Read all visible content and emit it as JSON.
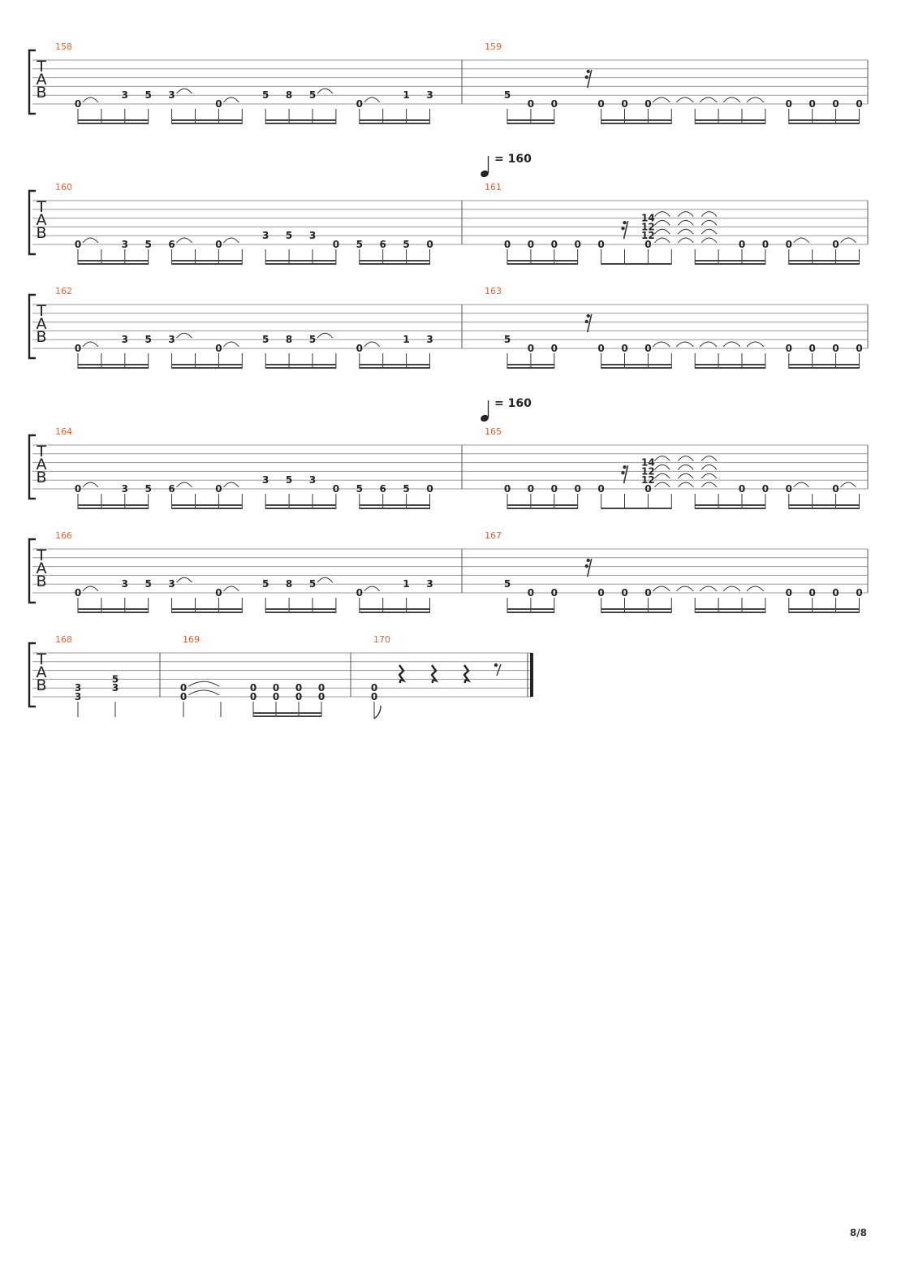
{
  "page_number": "8/8",
  "tab_clef": [
    "T",
    "A",
    "B"
  ],
  "tempo": {
    "symbol": "quarter-note",
    "text": "= 160"
  },
  "systems": [
    {
      "bars": [
        {
          "number": "158",
          "layout": "A"
        },
        {
          "number": "159",
          "layout": "B"
        }
      ]
    },
    {
      "tempo_at_bar": 1,
      "bars": [
        {
          "number": "160",
          "layout": "C"
        },
        {
          "number": "161",
          "layout": "D"
        }
      ]
    },
    {
      "bars": [
        {
          "number": "162",
          "layout": "A"
        },
        {
          "number": "163",
          "layout": "B"
        }
      ]
    },
    {
      "tempo_at_bar": 1,
      "bars": [
        {
          "number": "164",
          "layout": "C"
        },
        {
          "number": "165",
          "layout": "D"
        }
      ]
    },
    {
      "bars": [
        {
          "number": "166",
          "layout": "A"
        },
        {
          "number": "167",
          "layout": "B"
        }
      ]
    },
    {
      "bars": [
        {
          "number": "168",
          "layout": "E"
        },
        {
          "number": "169",
          "layout": "F"
        },
        {
          "number": "170",
          "layout": "G"
        }
      ]
    }
  ],
  "layouts": {
    "A": {
      "notes": [
        {
          "col": 0,
          "frets": [
            {
              "string": 6,
              "fret": "0"
            }
          ]
        },
        {
          "col": 2,
          "frets": [
            {
              "string": 5,
              "fret": "3"
            }
          ]
        },
        {
          "col": 3,
          "frets": [
            {
              "string": 5,
              "fret": "5"
            }
          ]
        },
        {
          "col": 4,
          "frets": [
            {
              "string": 5,
              "fret": "3"
            }
          ]
        },
        {
          "col": 6,
          "frets": [
            {
              "string": 6,
              "fret": "0"
            }
          ]
        },
        {
          "col": 8,
          "frets": [
            {
              "string": 5,
              "fret": "5"
            }
          ]
        },
        {
          "col": 9,
          "frets": [
            {
              "string": 5,
              "fret": "8"
            }
          ]
        },
        {
          "col": 10,
          "frets": [
            {
              "string": 5,
              "fret": "5"
            }
          ]
        },
        {
          "col": 12,
          "frets": [
            {
              "string": 6,
              "fret": "0"
            }
          ]
        },
        {
          "col": 14,
          "frets": [
            {
              "string": 5,
              "fret": "1"
            }
          ]
        },
        {
          "col": 15,
          "frets": [
            {
              "string": 5,
              "fret": "3"
            }
          ]
        }
      ]
    },
    "B": {
      "notes": [
        {
          "col": 0,
          "frets": [
            {
              "string": 5,
              "fret": "5"
            }
          ]
        },
        {
          "col": 1,
          "frets": [
            {
              "string": 6,
              "fret": "0"
            }
          ]
        },
        {
          "col": 2,
          "frets": [
            {
              "string": 6,
              "fret": "0"
            }
          ]
        },
        {
          "col": 4,
          "frets": [
            {
              "string": 6,
              "fret": "0"
            }
          ]
        },
        {
          "col": 5,
          "frets": [
            {
              "string": 6,
              "fret": "0"
            }
          ]
        },
        {
          "col": 6,
          "frets": [
            {
              "string": 6,
              "fret": "0"
            }
          ]
        },
        {
          "col": 12,
          "frets": [
            {
              "string": 6,
              "fret": "0"
            }
          ]
        },
        {
          "col": 13,
          "frets": [
            {
              "string": 6,
              "fret": "0"
            }
          ]
        },
        {
          "col": 14,
          "frets": [
            {
              "string": 6,
              "fret": "0"
            }
          ]
        },
        {
          "col": 15,
          "frets": [
            {
              "string": 6,
              "fret": "0"
            }
          ]
        }
      ]
    },
    "C": {
      "notes": [
        {
          "col": 0,
          "frets": [
            {
              "string": 6,
              "fret": "0"
            }
          ]
        },
        {
          "col": 2,
          "frets": [
            {
              "string": 6,
              "fret": "3"
            }
          ]
        },
        {
          "col": 3,
          "frets": [
            {
              "string": 6,
              "fret": "5"
            }
          ]
        },
        {
          "col": 4,
          "frets": [
            {
              "string": 6,
              "fret": "6"
            }
          ]
        },
        {
          "col": 6,
          "frets": [
            {
              "string": 6,
              "fret": "0"
            }
          ]
        },
        {
          "col": 8,
          "frets": [
            {
              "string": 5,
              "fret": "3"
            }
          ]
        },
        {
          "col": 9,
          "frets": [
            {
              "string": 5,
              "fret": "5"
            }
          ]
        },
        {
          "col": 10,
          "frets": [
            {
              "string": 5,
              "fret": "3"
            }
          ]
        },
        {
          "col": 11,
          "frets": [
            {
              "string": 6,
              "fret": "0"
            }
          ]
        },
        {
          "col": 12,
          "frets": [
            {
              "string": 6,
              "fret": "5"
            }
          ]
        },
        {
          "col": 13,
          "frets": [
            {
              "string": 6,
              "fret": "6"
            }
          ]
        },
        {
          "col": 14,
          "frets": [
            {
              "string": 6,
              "fret": "5"
            }
          ]
        },
        {
          "col": 15,
          "frets": [
            {
              "string": 6,
              "fret": "0"
            }
          ]
        }
      ]
    },
    "D": {
      "notes": [
        {
          "col": 0,
          "frets": [
            {
              "string": 6,
              "fret": "0"
            }
          ]
        },
        {
          "col": 1,
          "frets": [
            {
              "string": 6,
              "fret": "0"
            }
          ]
        },
        {
          "col": 2,
          "frets": [
            {
              "string": 6,
              "fret": "0"
            }
          ]
        },
        {
          "col": 3,
          "frets": [
            {
              "string": 6,
              "fret": "0"
            }
          ]
        },
        {
          "col": 4,
          "frets": [
            {
              "string": 6,
              "fret": "0"
            }
          ]
        },
        {
          "col": 6,
          "frets": [
            {
              "string": 3,
              "fret": "14"
            },
            {
              "string": 4,
              "fret": "12"
            },
            {
              "string": 5,
              "fret": "12"
            },
            {
              "string": 6,
              "fret": "0"
            }
          ]
        },
        {
          "col": 10,
          "frets": [
            {
              "string": 6,
              "fret": "0"
            }
          ]
        },
        {
          "col": 11,
          "frets": [
            {
              "string": 6,
              "fret": "0"
            }
          ]
        },
        {
          "col": 12,
          "frets": [
            {
              "string": 6,
              "fret": "0"
            }
          ]
        },
        {
          "col": 14,
          "frets": [
            {
              "string": 6,
              "fret": "0"
            }
          ]
        }
      ]
    },
    "E": {
      "notes": [
        {
          "col": 0,
          "frets": [
            {
              "string": 5,
              "fret": "3"
            },
            {
              "string": 6,
              "fret": "3"
            }
          ]
        },
        {
          "col": 1,
          "frets": [
            {
              "string": 4,
              "fret": "5"
            },
            {
              "string": 5,
              "fret": "3"
            }
          ]
        }
      ]
    },
    "F": {
      "notes": [
        {
          "col": 0,
          "frets": [
            {
              "string": 5,
              "fret": "0"
            },
            {
              "string": 6,
              "fret": "0"
            }
          ]
        },
        {
          "col": 1,
          "frets": [
            {
              "string": 5,
              "fret": "0"
            },
            {
              "string": 6,
              "fret": "0"
            }
          ]
        },
        {
          "col": 2,
          "frets": [
            {
              "string": 5,
              "fret": "0"
            },
            {
              "string": 6,
              "fret": "0"
            }
          ]
        },
        {
          "col": 3,
          "frets": [
            {
              "string": 5,
              "fret": "0"
            },
            {
              "string": 6,
              "fret": "0"
            }
          ]
        },
        {
          "col": 4,
          "frets": [
            {
              "string": 5,
              "fret": "0"
            },
            {
              "string": 6,
              "fret": "0"
            }
          ]
        }
      ]
    },
    "G": {
      "notes": [
        {
          "col": 0,
          "frets": [
            {
              "string": 5,
              "fret": "0"
            },
            {
              "string": 6,
              "fret": "0"
            }
          ]
        }
      ]
    }
  }
}
